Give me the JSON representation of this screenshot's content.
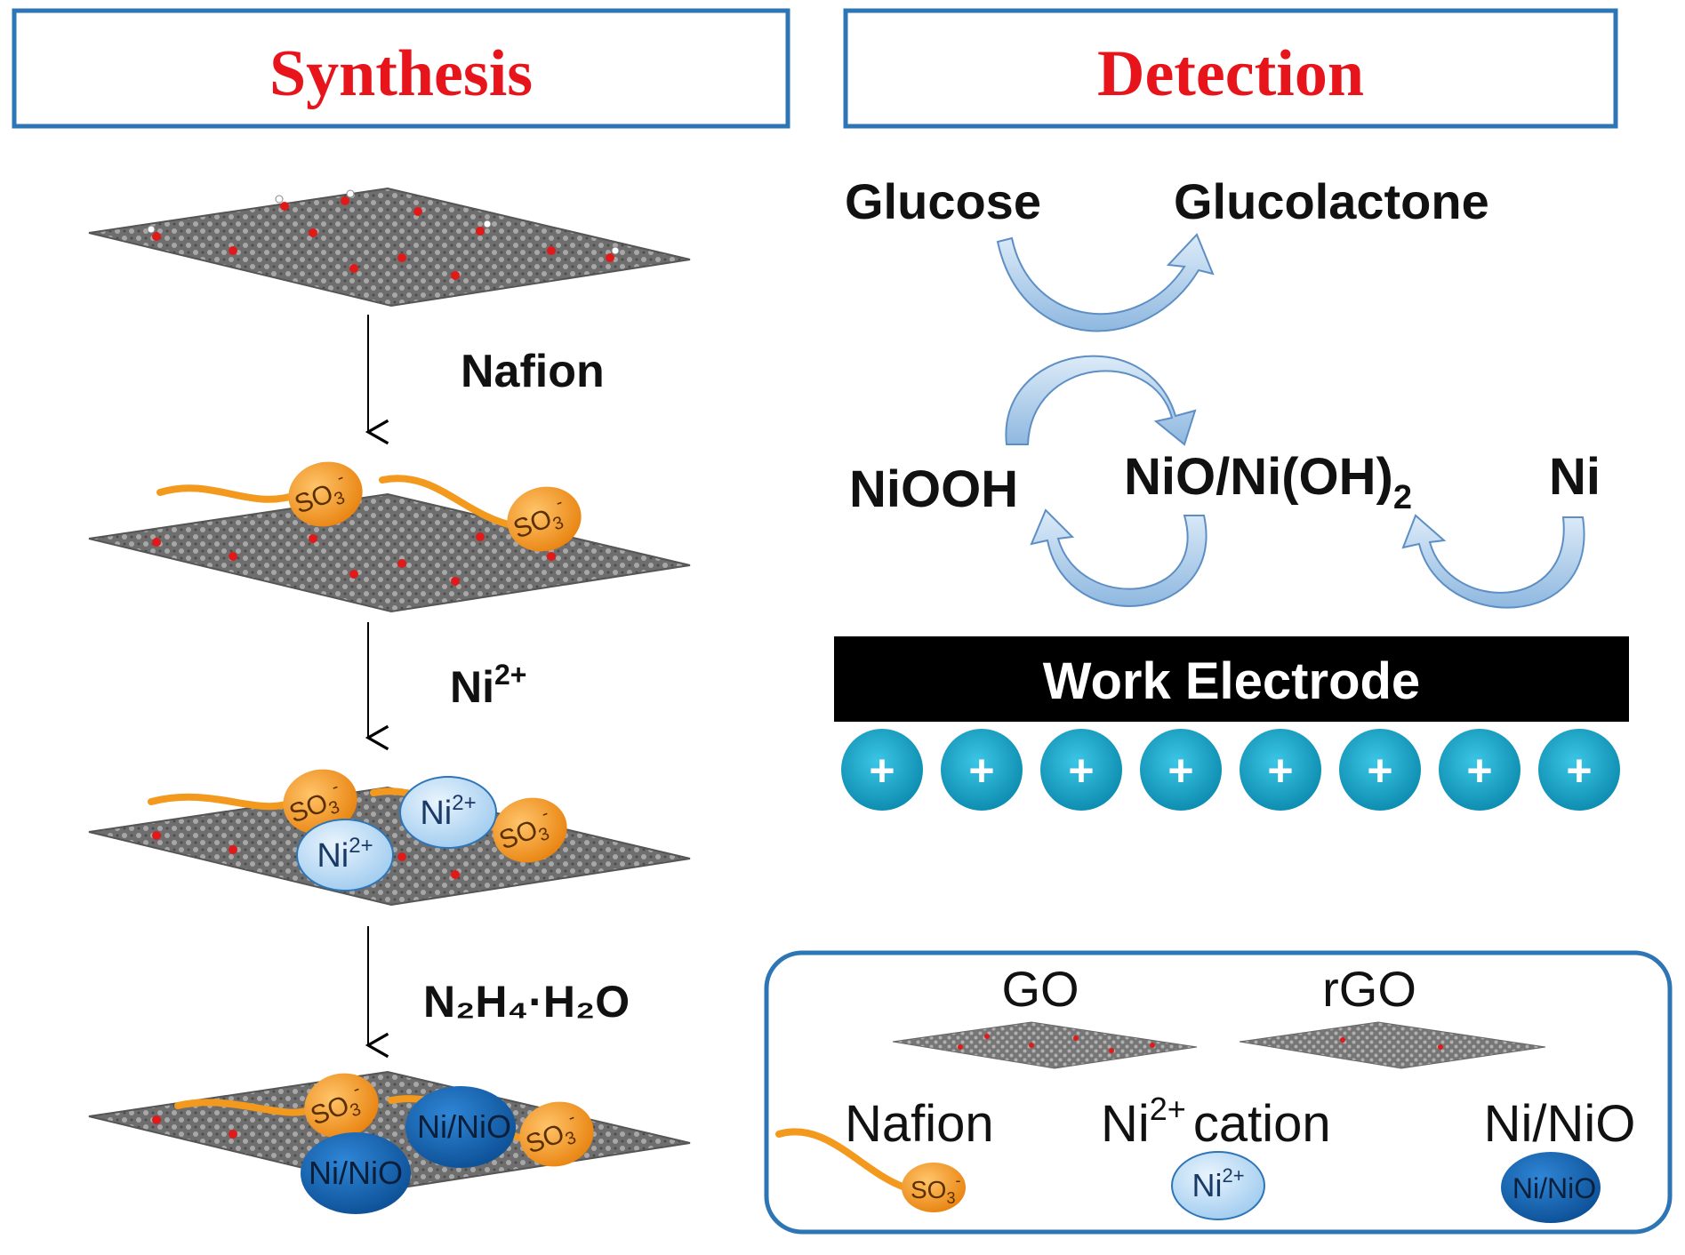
{
  "panels": {
    "synthesis_title": "Synthesis",
    "detection_title": "Detection"
  },
  "synthesis": {
    "step1_reagent": "Nafion",
    "step2_reagent": "Ni",
    "step2_reagent_sup": "2+",
    "step3_reagent": "N₂H₄·H₂O",
    "sulfonate_label": "SO",
    "sulfonate_sub": "3",
    "sulfonate_sup": "-",
    "ni_cation_label": "Ni",
    "ni_cation_sup": "2+",
    "ni_nio_label": "Ni/NiO"
  },
  "detection": {
    "glucose": "Glucose",
    "glucolactone": "Glucolactone",
    "niooh": "NiOOH",
    "nio_nioh2": "NiO/Ni(OH)",
    "nio_nioh2_sub": "2",
    "ni": "Ni",
    "electrode": "Work Electrode",
    "plus": "+"
  },
  "legend": {
    "go": "GO",
    "rgo": "rGO",
    "nafion": "Nafion",
    "ni_cation": "Ni",
    "ni_cation_sup": "2+",
    "ni_cation_suffix": "cation",
    "ni_nio": "Ni/NiO"
  },
  "colors": {
    "title_red": "#e8141b",
    "frame_blue": "#2e75b6",
    "orange": "#f39a1e",
    "light_blue": "#bcdcf6",
    "dark_blue": "#1663b4",
    "teal": "#14a9cc",
    "arrow_blue": "#9cc2e5"
  }
}
